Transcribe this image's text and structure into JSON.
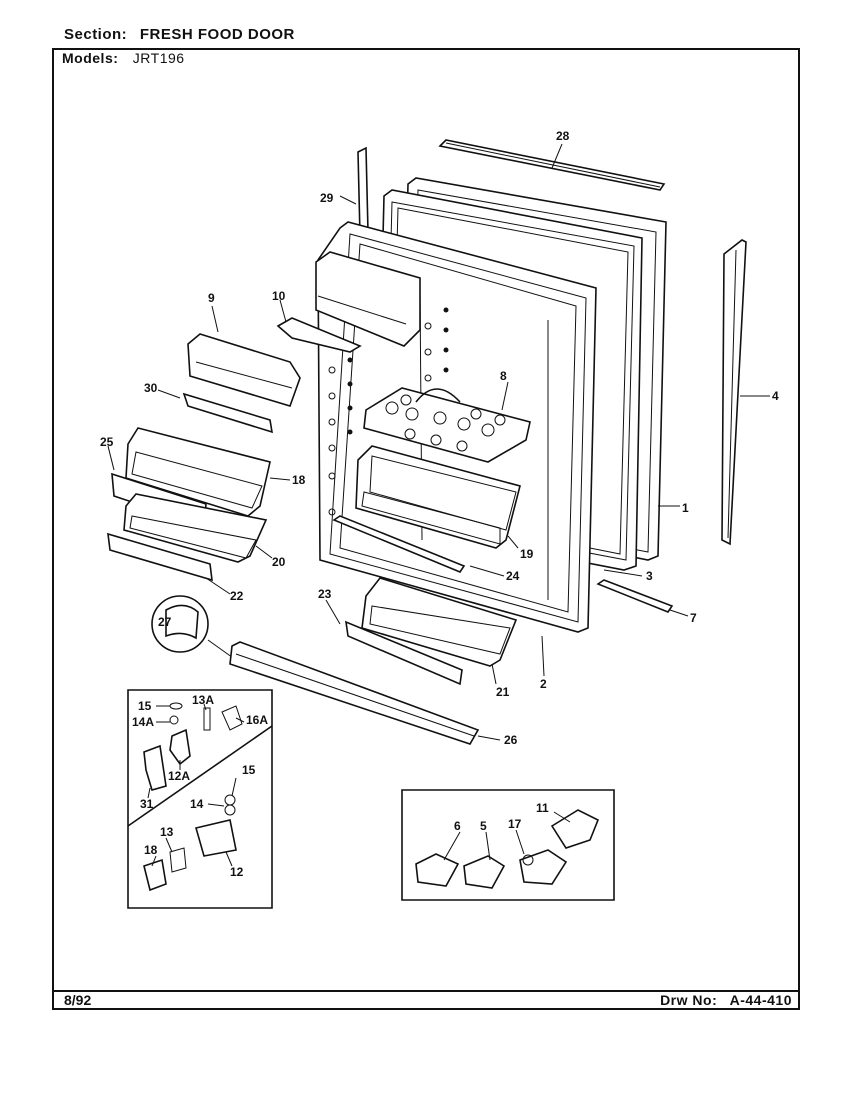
{
  "header": {
    "section_label": "Section:",
    "section_value": "FRESH FOOD DOOR",
    "models_label": "Models:",
    "models_value": "JRT196"
  },
  "footer": {
    "date": "8/92",
    "drawing_label": "Drw No:",
    "drawing_number": "A-44-410"
  },
  "callouts": {
    "c1": "1",
    "c2": "2",
    "c3": "3",
    "c4": "4",
    "c5": "5",
    "c6": "6",
    "c7": "7",
    "c8": "8",
    "c9": "9",
    "c10": "10",
    "c11": "11",
    "c12": "12",
    "c12a": "12A",
    "c13": "13",
    "c13a": "13A",
    "c14": "14",
    "c14a": "14A",
    "c15a": "15",
    "c15b": "15",
    "c16a": "16A",
    "c17": "17",
    "c18": "18",
    "c18b": "18",
    "c19": "19",
    "c20": "20",
    "c21": "21",
    "c22": "22",
    "c23": "23",
    "c24": "24",
    "c25": "25",
    "c26": "26",
    "c27": "27",
    "c28": "28",
    "c29": "29",
    "c30": "30",
    "c31": "31"
  }
}
